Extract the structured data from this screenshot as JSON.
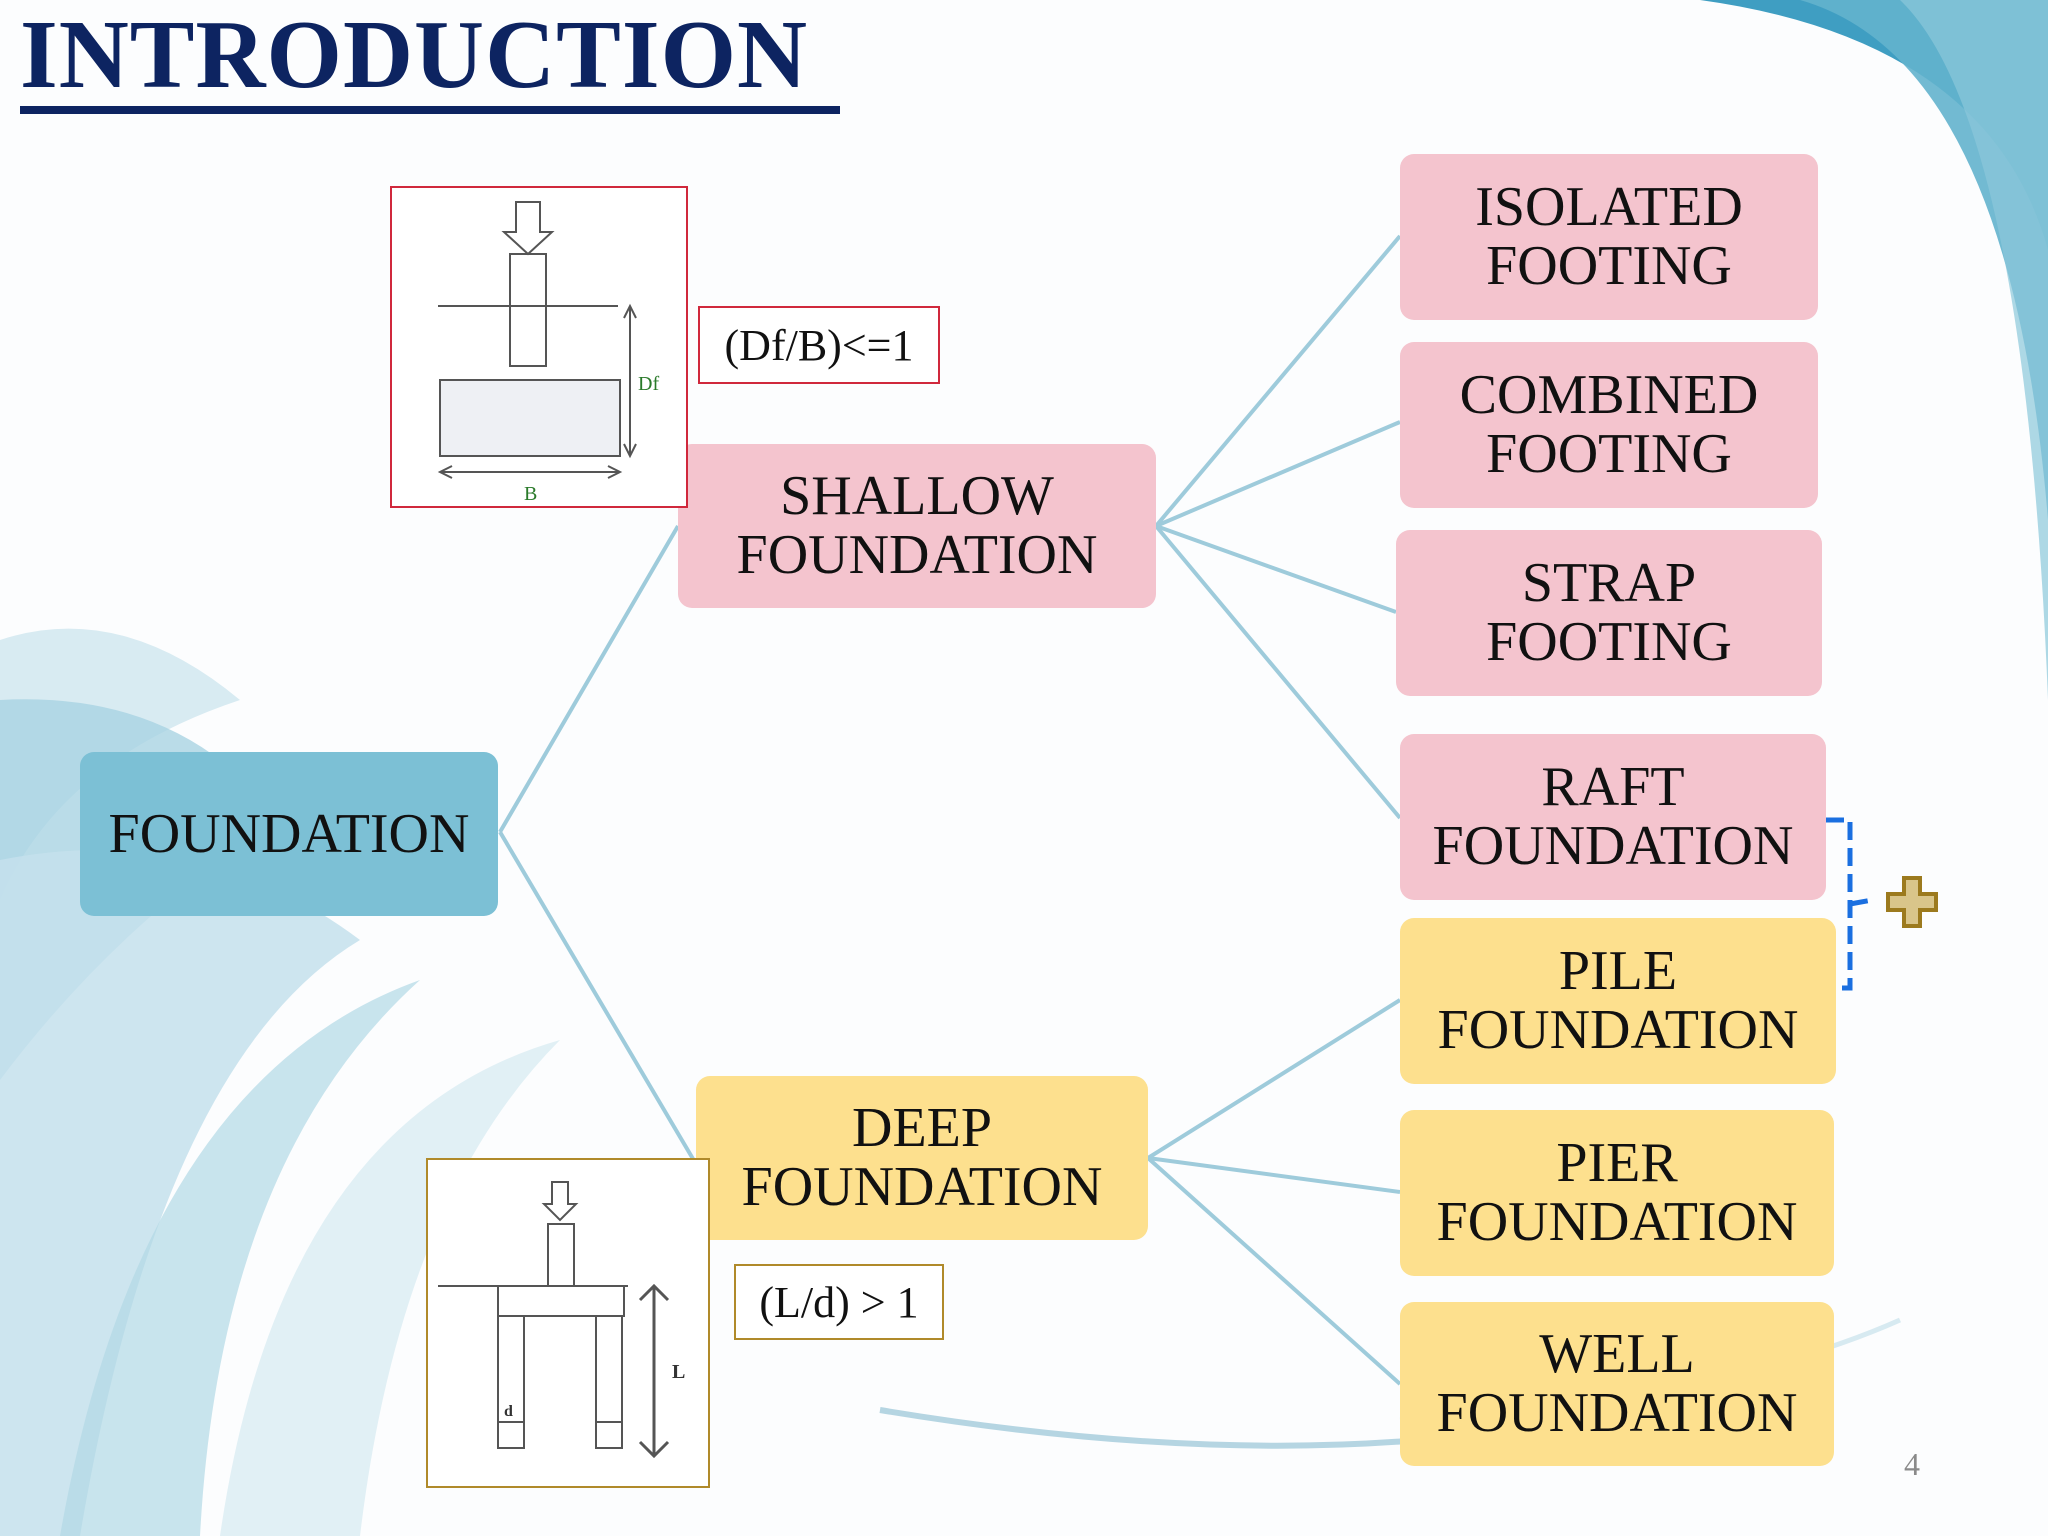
{
  "title": "INTRODUCTION",
  "root": {
    "label": "FOUNDATION"
  },
  "shallow": {
    "line1": "SHALLOW",
    "line2": "FOUNDATION",
    "condition": "(Df/B)<=1",
    "figure": {
      "depth_label": "Df",
      "width_label": "B"
    },
    "children": [
      {
        "line1": "ISOLATED",
        "line2": "FOOTING"
      },
      {
        "line1": "COMBINED",
        "line2": "FOOTING"
      },
      {
        "line1": "STRAP",
        "line2": "FOOTING"
      },
      {
        "line1": "RAFT",
        "line2": "FOUNDATION"
      }
    ]
  },
  "deep": {
    "line1": "DEEP",
    "line2": "FOUNDATION",
    "condition": "(L/d) > 1",
    "figure": {
      "length_label": "L",
      "diameter_label": "d"
    },
    "children": [
      {
        "line1": "PILE",
        "line2": "FOUNDATION"
      },
      {
        "line1": "PIER",
        "line2": "FOUNDATION"
      },
      {
        "line1": "WELL",
        "line2": "FOUNDATION"
      }
    ]
  },
  "page_number": "4",
  "colors": {
    "title": "#0d2461",
    "root": "#7cc0d5",
    "shallow": "#f4c4ce",
    "deep": "#fde08e",
    "connector": "#9ecbdb",
    "shallow_condition_border": "#d0283c",
    "deep_condition_border": "#b08a2a",
    "bracket": "#1a6fe0",
    "plus": "#b8962e"
  },
  "icons": {
    "plus": "plus-icon",
    "bracket": "dashed-bracket"
  }
}
